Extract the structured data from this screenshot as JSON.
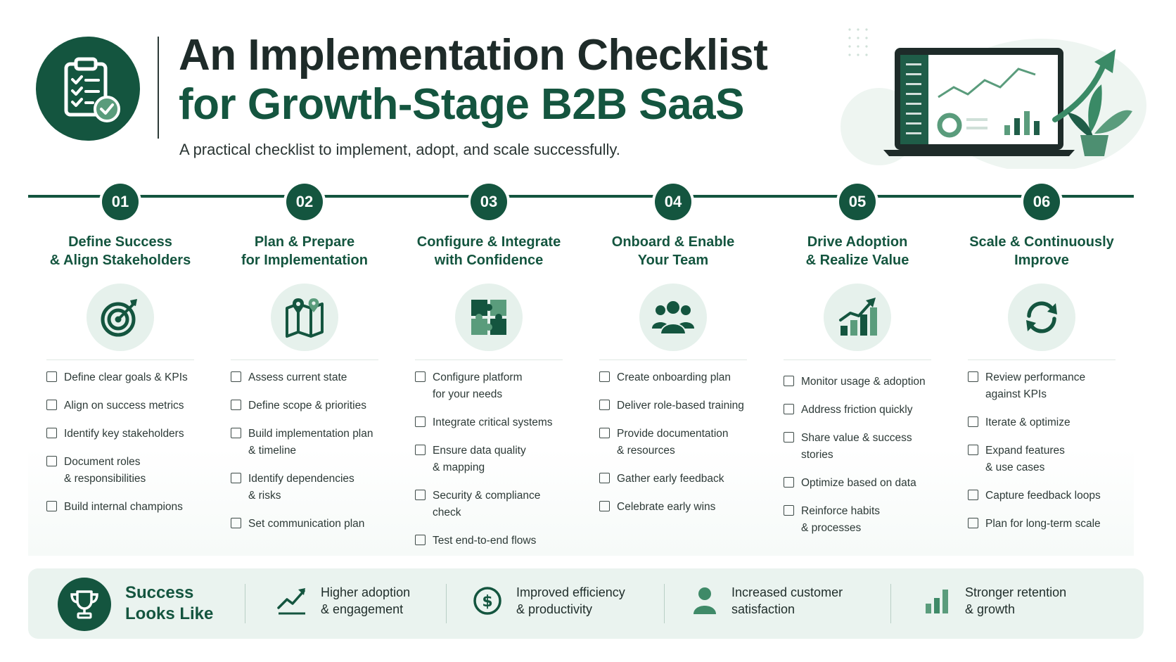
{
  "header": {
    "title_line1": "An Implementation Checklist",
    "title_line2": "for Growth-Stage B2B SaaS",
    "subtitle": "A practical checklist to implement, adopt, and scale successfully."
  },
  "steps": [
    {
      "number": "01",
      "title": "Define Success\n& Align Stakeholders",
      "icon": "target-icon",
      "items": [
        "Define clear goals & KPIs",
        "Align on success metrics",
        "Identify key stakeholders",
        "Document roles\n& responsibilities",
        "Build internal champions"
      ]
    },
    {
      "number": "02",
      "title": "Plan & Prepare\nfor Implementation",
      "icon": "map-icon",
      "items": [
        "Assess current state",
        "Define scope & priorities",
        "Build implementation plan\n& timeline",
        "Identify dependencies\n& risks",
        "Set communication plan"
      ]
    },
    {
      "number": "03",
      "title": "Configure & Integrate\nwith Confidence",
      "icon": "puzzle-icon",
      "items": [
        "Configure platform\nfor your needs",
        "Integrate critical systems",
        "Ensure data quality\n& mapping",
        "Security & compliance\ncheck",
        "Test end-to-end flows"
      ]
    },
    {
      "number": "04",
      "title": "Onboard & Enable\nYour Team",
      "icon": "team-icon",
      "items": [
        "Create onboarding plan",
        "Deliver role-based training",
        "Provide documentation\n& resources",
        "Gather early feedback",
        "Celebrate early wins"
      ]
    },
    {
      "number": "05",
      "title": "Drive Adoption\n& Realize Value",
      "icon": "growth-chart-icon",
      "items": [
        "Monitor usage & adoption",
        "Address friction quickly",
        "Share value & success\nstories",
        "Optimize based on data",
        "Reinforce habits\n& processes"
      ]
    },
    {
      "number": "06",
      "title": "Scale & Continuously\nImprove",
      "icon": "refresh-icon",
      "items": [
        "Review performance\nagainst KPIs",
        "Iterate & optimize",
        "Expand features\n& use cases",
        "Capture feedback loops",
        "Plan for long-term scale"
      ]
    }
  ],
  "outcomes": {
    "title": "Success\nLooks Like",
    "items": [
      {
        "text": "Higher adoption\n& engagement",
        "icon": "trend-up-icon"
      },
      {
        "text": "Improved efficiency\n& productivity",
        "icon": "dollar-icon"
      },
      {
        "text": "Increased customer\nsatisfaction",
        "icon": "person-icon"
      },
      {
        "text": "Stronger retention\n& growth",
        "icon": "bar-chart-icon"
      }
    ]
  },
  "colors": {
    "primary": "#14553f",
    "accent": "#5a9c7c",
    "light": "#e6f1ec"
  }
}
